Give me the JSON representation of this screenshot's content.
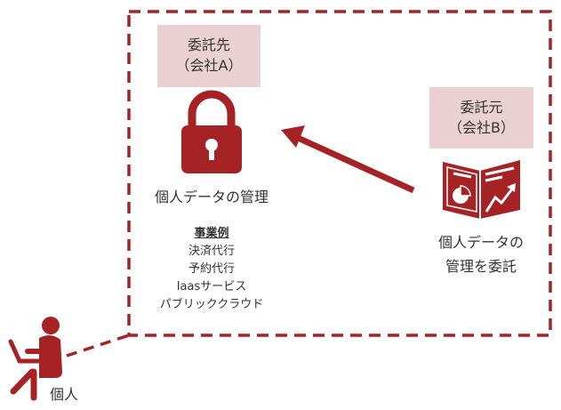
{
  "company_a": {
    "line1": "委託先",
    "line2": "（会社A）"
  },
  "company_b": {
    "line1": "委託元",
    "line2": "（会社B）"
  },
  "lock_label": "個人データの管理",
  "examples": {
    "title": "事業例",
    "items": [
      "決済代行",
      "予約代行",
      "Iaasサービス",
      "パブリッククラウド"
    ]
  },
  "delegate_label": {
    "line1": "個人データの",
    "line2": "管理を委託"
  },
  "person_label": "個人",
  "colors": {
    "accent": "#A52225",
    "box": "#EBD0D1"
  }
}
